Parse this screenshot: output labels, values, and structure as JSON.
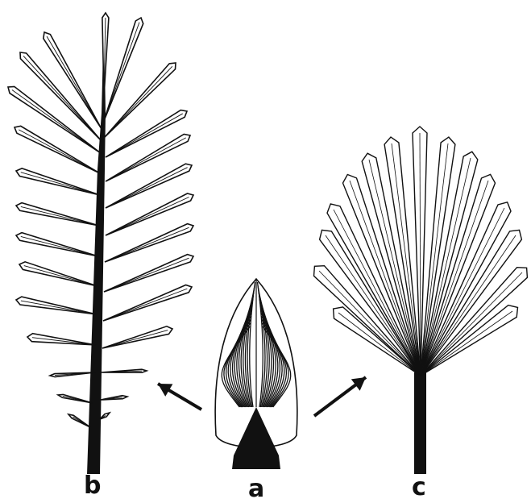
{
  "figure": {
    "labels": {
      "a": "a",
      "b": "b",
      "c": "c"
    },
    "colors": {
      "ink": "#111111",
      "background": "#ffffff"
    }
  }
}
